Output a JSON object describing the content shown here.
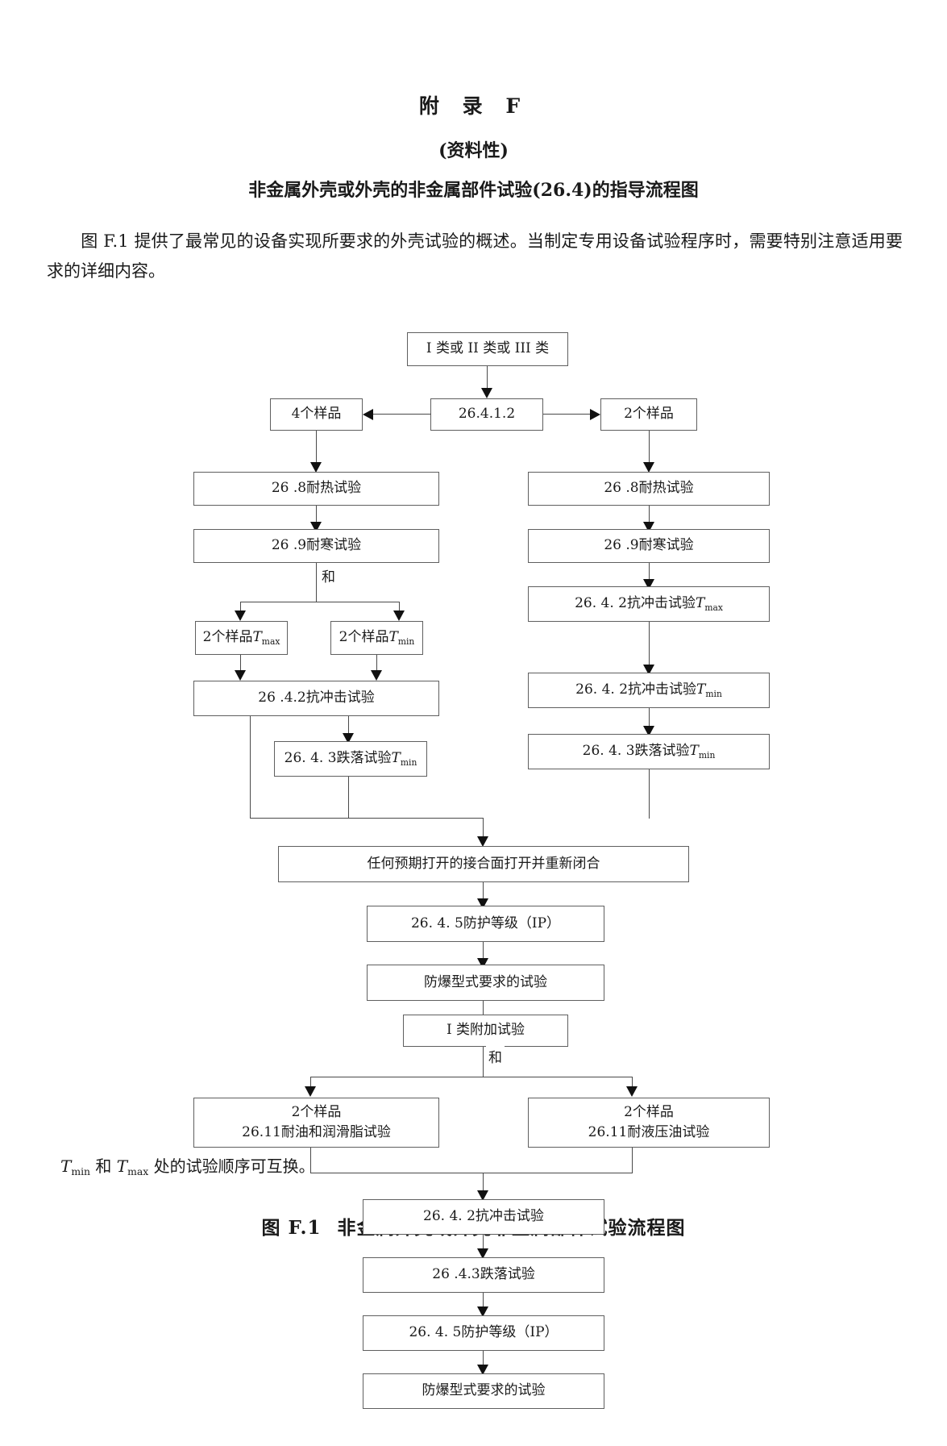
{
  "header": {
    "appendix_title": "附 录 F",
    "appendix_kind": "(资料性)",
    "appendix_subject": "非金属外壳或外壳的非金属部件试验(26.4)的指导流程图"
  },
  "intro": {
    "paragraph": "图 F.1 提供了最常见的设备实现所要求的外壳试验的概述。当制定专用设备试验程序时，需要特别注意适用要求的详细内容。"
  },
  "flowchart": {
    "nodes": {
      "class_types": "I 类或 II 类或 III 类",
      "clause_26412": "26.4.1.2",
      "four_samples": "4个样品",
      "two_samples_right": "2个样品",
      "left_heat": "26 .8耐热试验",
      "left_cold": "26 .9耐寒试验",
      "left_two_samples_tmax_pre": "2个样品",
      "left_two_samples_tmax_sym": "T",
      "left_two_samples_tmax_sub": "max",
      "left_two_samples_tmin_pre": "2个样品",
      "left_two_samples_tmin_sym": "T",
      "left_two_samples_tmin_sub": "min",
      "left_impact": "26 .4.2抗冲击试验",
      "left_drop_pre": "26. 4. 3跌落试验",
      "left_drop_sym": "T",
      "left_drop_sub": "min",
      "right_heat": "26 .8耐热试验",
      "right_cold": "26 .9耐寒试验",
      "right_impact_tmax_pre": "26. 4. 2抗冲击试验",
      "right_impact_tmax_sym": "T",
      "right_impact_tmax_sub": "max",
      "right_impact_tmin_pre": "26. 4. 2抗冲击试验",
      "right_impact_tmin_sym": "T",
      "right_impact_tmin_sub": "min",
      "right_drop_pre": "26. 4. 3跌落试验",
      "right_drop_sym": "T",
      "right_drop_sub": "min",
      "reopen_joints": "任何预期打开的接合面打开并重新闭合",
      "ip_rating_1": "26. 4. 5防护等级（IP）",
      "explosion_test_1": "防爆型式要求的试验",
      "class_i_additional": "I 类附加试验",
      "oil_grease_line1": "2个样品",
      "oil_grease_line2": "26.11耐油和润滑脂试验",
      "hydraulic_line1": "2个样品",
      "hydraulic_line2": "26.11耐液压油试验",
      "bottom_impact": "26. 4. 2抗冲击试验",
      "bottom_drop": "26 .4.3跌落试验",
      "ip_rating_2": "26. 4. 5防护等级（IP）",
      "explosion_test_2": "防爆型式要求的试验"
    },
    "labels": {
      "and_upper": "和",
      "and_lower": "和"
    }
  },
  "footer": {
    "note_pre": "",
    "note_t1": "T",
    "note_sub1": "min",
    "note_mid": " 和 ",
    "note_t2": "T",
    "note_sub2": "max",
    "note_post": " 处的试验顺序可互换。",
    "figure_caption_no": "图 F.1",
    "figure_caption_text": "非金属外壳或外壳非金属部件试验流程图"
  }
}
